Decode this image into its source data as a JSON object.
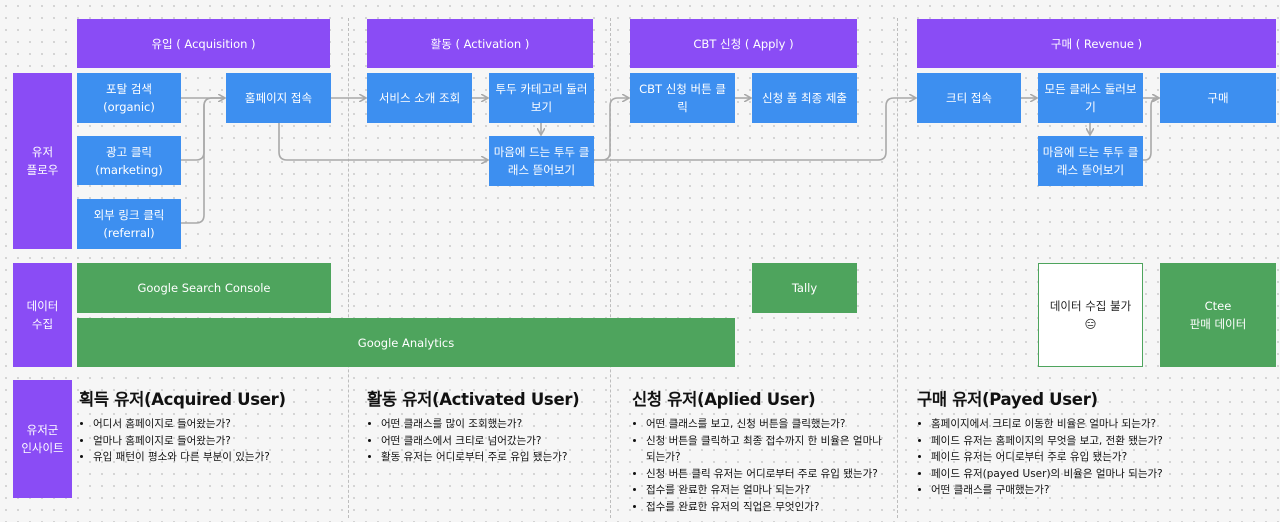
{
  "stages": {
    "acquisition": "유입 ( Acquisition )",
    "activation": "활동 ( Activation )",
    "apply": "CBT 신청 ( Apply )",
    "revenue": "구매 ( Revenue )"
  },
  "rows": {
    "user_flow": "유저\n플로우",
    "data_collection": "데이터\n수집",
    "insight": "유저군\n인사이트"
  },
  "flow": {
    "portal_search": "포탈 검색\n(organic)",
    "ad_click": "광고 클릭\n(marketing)",
    "external_link": "외부 링크 클릭\n(referral)",
    "homepage_visit": "홈페이지 접속",
    "service_intro": "서비스 소개 조회",
    "tutu_category": "투두 카테고리 둘러\n보기",
    "tutu_class_view": "마음에 드는 투두 클\n래스 뜯어보기",
    "cbt_button": "CBT 신청 버튼 클릭",
    "apply_submit": "신청 폼 최종 제출",
    "cti_visit": "크티 접속",
    "all_classes": "모든 클래스 둘러보\n기",
    "cti_class_view": "마음에 드는 투두 클\n래스 뜯어보기",
    "purchase": "구매"
  },
  "data_tools": {
    "gsc": "Google Search Console",
    "tally": "Tally",
    "ga": "Google Analytics",
    "unavailable": "데이터 수집 불가\n😑",
    "ctee": "Ctee\n판매 데이터"
  },
  "insights": {
    "acquired": {
      "title": "획득 유저(Acquired User)",
      "items": [
        "어디서 홈페이지로 들어왔는가?",
        "얼마나 홈페이지로 들어왔는가?",
        "유입 패턴이 평소와 다른 부분이 있는가?"
      ]
    },
    "activated": {
      "title": "활동 유저(Activated User)",
      "items": [
        "어떤 클래스를 많이 조회했는가?",
        "어떤 클래스에서 크티로 넘어갔는가?",
        "활동 유저는 어디로부터 주로 유입 됐는가?"
      ]
    },
    "applied": {
      "title": "신청 유저(Aplied User)",
      "items": [
        "어떤 클래스를 보고, 신청 버튼을 클릭했는가?",
        "신청 버튼을 클릭하고 최종 접수까지 한 비율은 얼마나 되는가?",
        "신청 버튼 클릭 유저는 어디로부터 주로 유입 됐는가?",
        "접수를 완료한 유저는 얼마나 되는가?",
        "접수를 완료한 유저의 직업은 무엇인가?"
      ]
    },
    "payed": {
      "title": "구매 유저(Payed User)",
      "items": [
        "홈페이지에서 크티로 이동한 비율은 얼마나 되는가?",
        "페이드 유저는 홈페이지의 무엇을 보고, 전환 됐는가?",
        "페이드 유저는 어디로부터 주로 유입 됐는가?",
        "페이드 유저(payed User)의 비율은 얼마나 되는가?",
        "어떤 클래스를 구매했는가?"
      ]
    }
  },
  "colors": {
    "stage_purple": "#8a4cf5",
    "flow_blue": "#3d8ff0",
    "data_green": "#4ea45d",
    "arrow_gray": "#a9a9a9"
  }
}
